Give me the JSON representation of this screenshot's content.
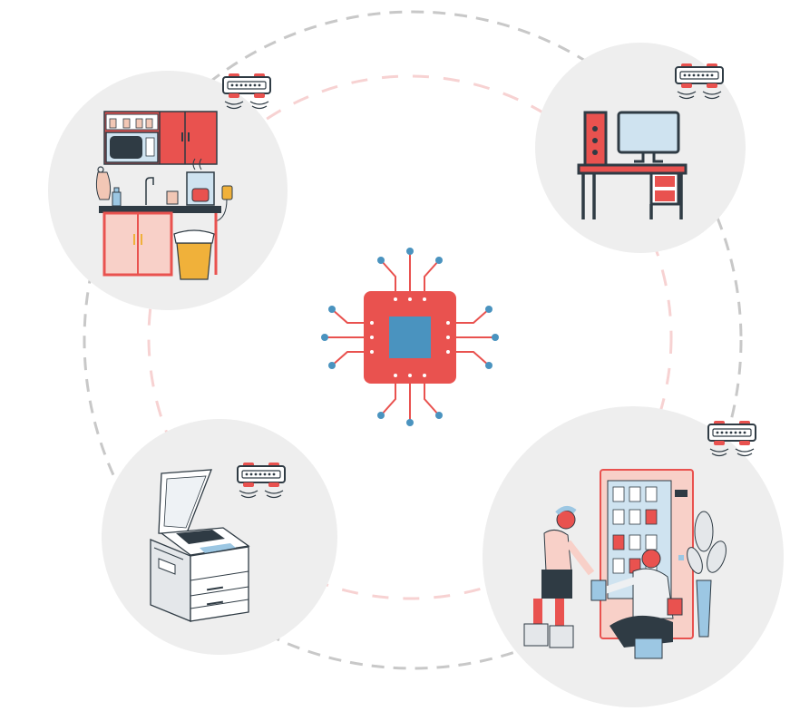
{
  "colors": {
    "background": "#ffffff",
    "circle_fill": "#eeeeee",
    "outer_ring": "#c8c8c8",
    "inner_ring": "#f7d2d2",
    "accent_red": "#e9524f",
    "accent_blue": "#4a93bf",
    "dark_outline": "#2f3b44",
    "sensor_body": "#ffffff"
  },
  "hub": {
    "icon": "microchip-icon"
  },
  "nodes": [
    {
      "id": "kitchen",
      "icon": "kitchen-icon",
      "sensor": "iot-sensor-icon"
    },
    {
      "id": "workstation",
      "icon": "desktop-computer-icon",
      "sensor": "iot-sensor-icon"
    },
    {
      "id": "printer",
      "icon": "photocopier-icon",
      "sensor": "iot-sensor-icon"
    },
    {
      "id": "vending",
      "icon": "vending-machine-icon",
      "sensor": "iot-sensor-icon"
    }
  ]
}
